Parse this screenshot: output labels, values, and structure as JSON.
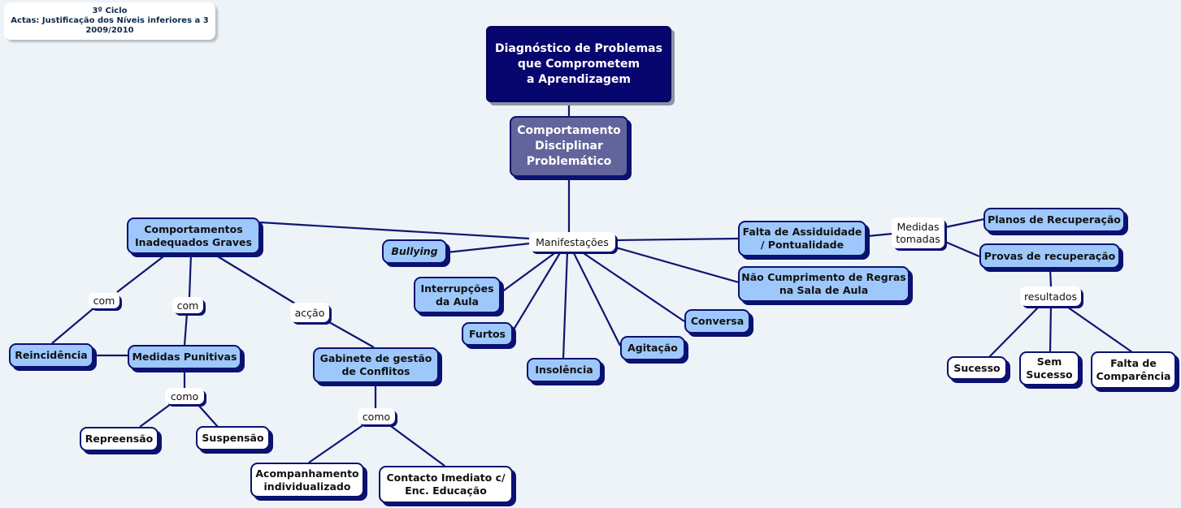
{
  "header": {
    "line1": "3º Ciclo",
    "line2": "Actas: Justificação dos Níveis inferiores a 3",
    "line3": "2009/2010"
  },
  "colors": {
    "background": "#edf3f7",
    "concept_fill": "#9ec8fb",
    "concept_border": "#0b1170",
    "root_fill": "#07066e",
    "sub_fill": "#62649c",
    "line": "#0f1670"
  },
  "nodes": {
    "root": "Diagnóstico de Problemas\nque Comprometem\na Aprendizagem",
    "comportamento": "Comportamento\nDisciplinar\nProblemático",
    "manifestacoes": "Manifestações",
    "graves": "Comportamentos\nInadequados Graves",
    "bullying": "Bullying",
    "interrupcoes": "Interrupções\nda Aula",
    "furtos": "Furtos",
    "insolencia": "Insolência",
    "agitacao": "Agitação",
    "conversa": "Conversa",
    "regras": "Não Cumprimento de Regras\nna Sala de Aula",
    "assiduidade": "Falta de Assiduidade\n/ Pontualidade",
    "medidas_tomadas": "Medidas\ntomadas",
    "planos": "Planos de Recuperação",
    "provas": "Provas de recuperação",
    "resultados": "resultados",
    "sucesso": "Sucesso",
    "sem_sucesso": "Sem\nSucesso",
    "falta_comparencia": "Falta de\nComparência",
    "com1": "com",
    "com2": "com",
    "accao": "acção",
    "reincidencia": "Reincidência",
    "punitivas": "Medidas Punitivas",
    "como1": "como",
    "repreensao": "Repreensão",
    "suspensao": "Suspensão",
    "gabinete": "Gabinete de gestão\nde Conflitos",
    "como2": "como",
    "acompanhamento": "Acompanhamento\nindividualizado",
    "contacto": "Contacto Imediato c/\nEnc. Educação"
  }
}
